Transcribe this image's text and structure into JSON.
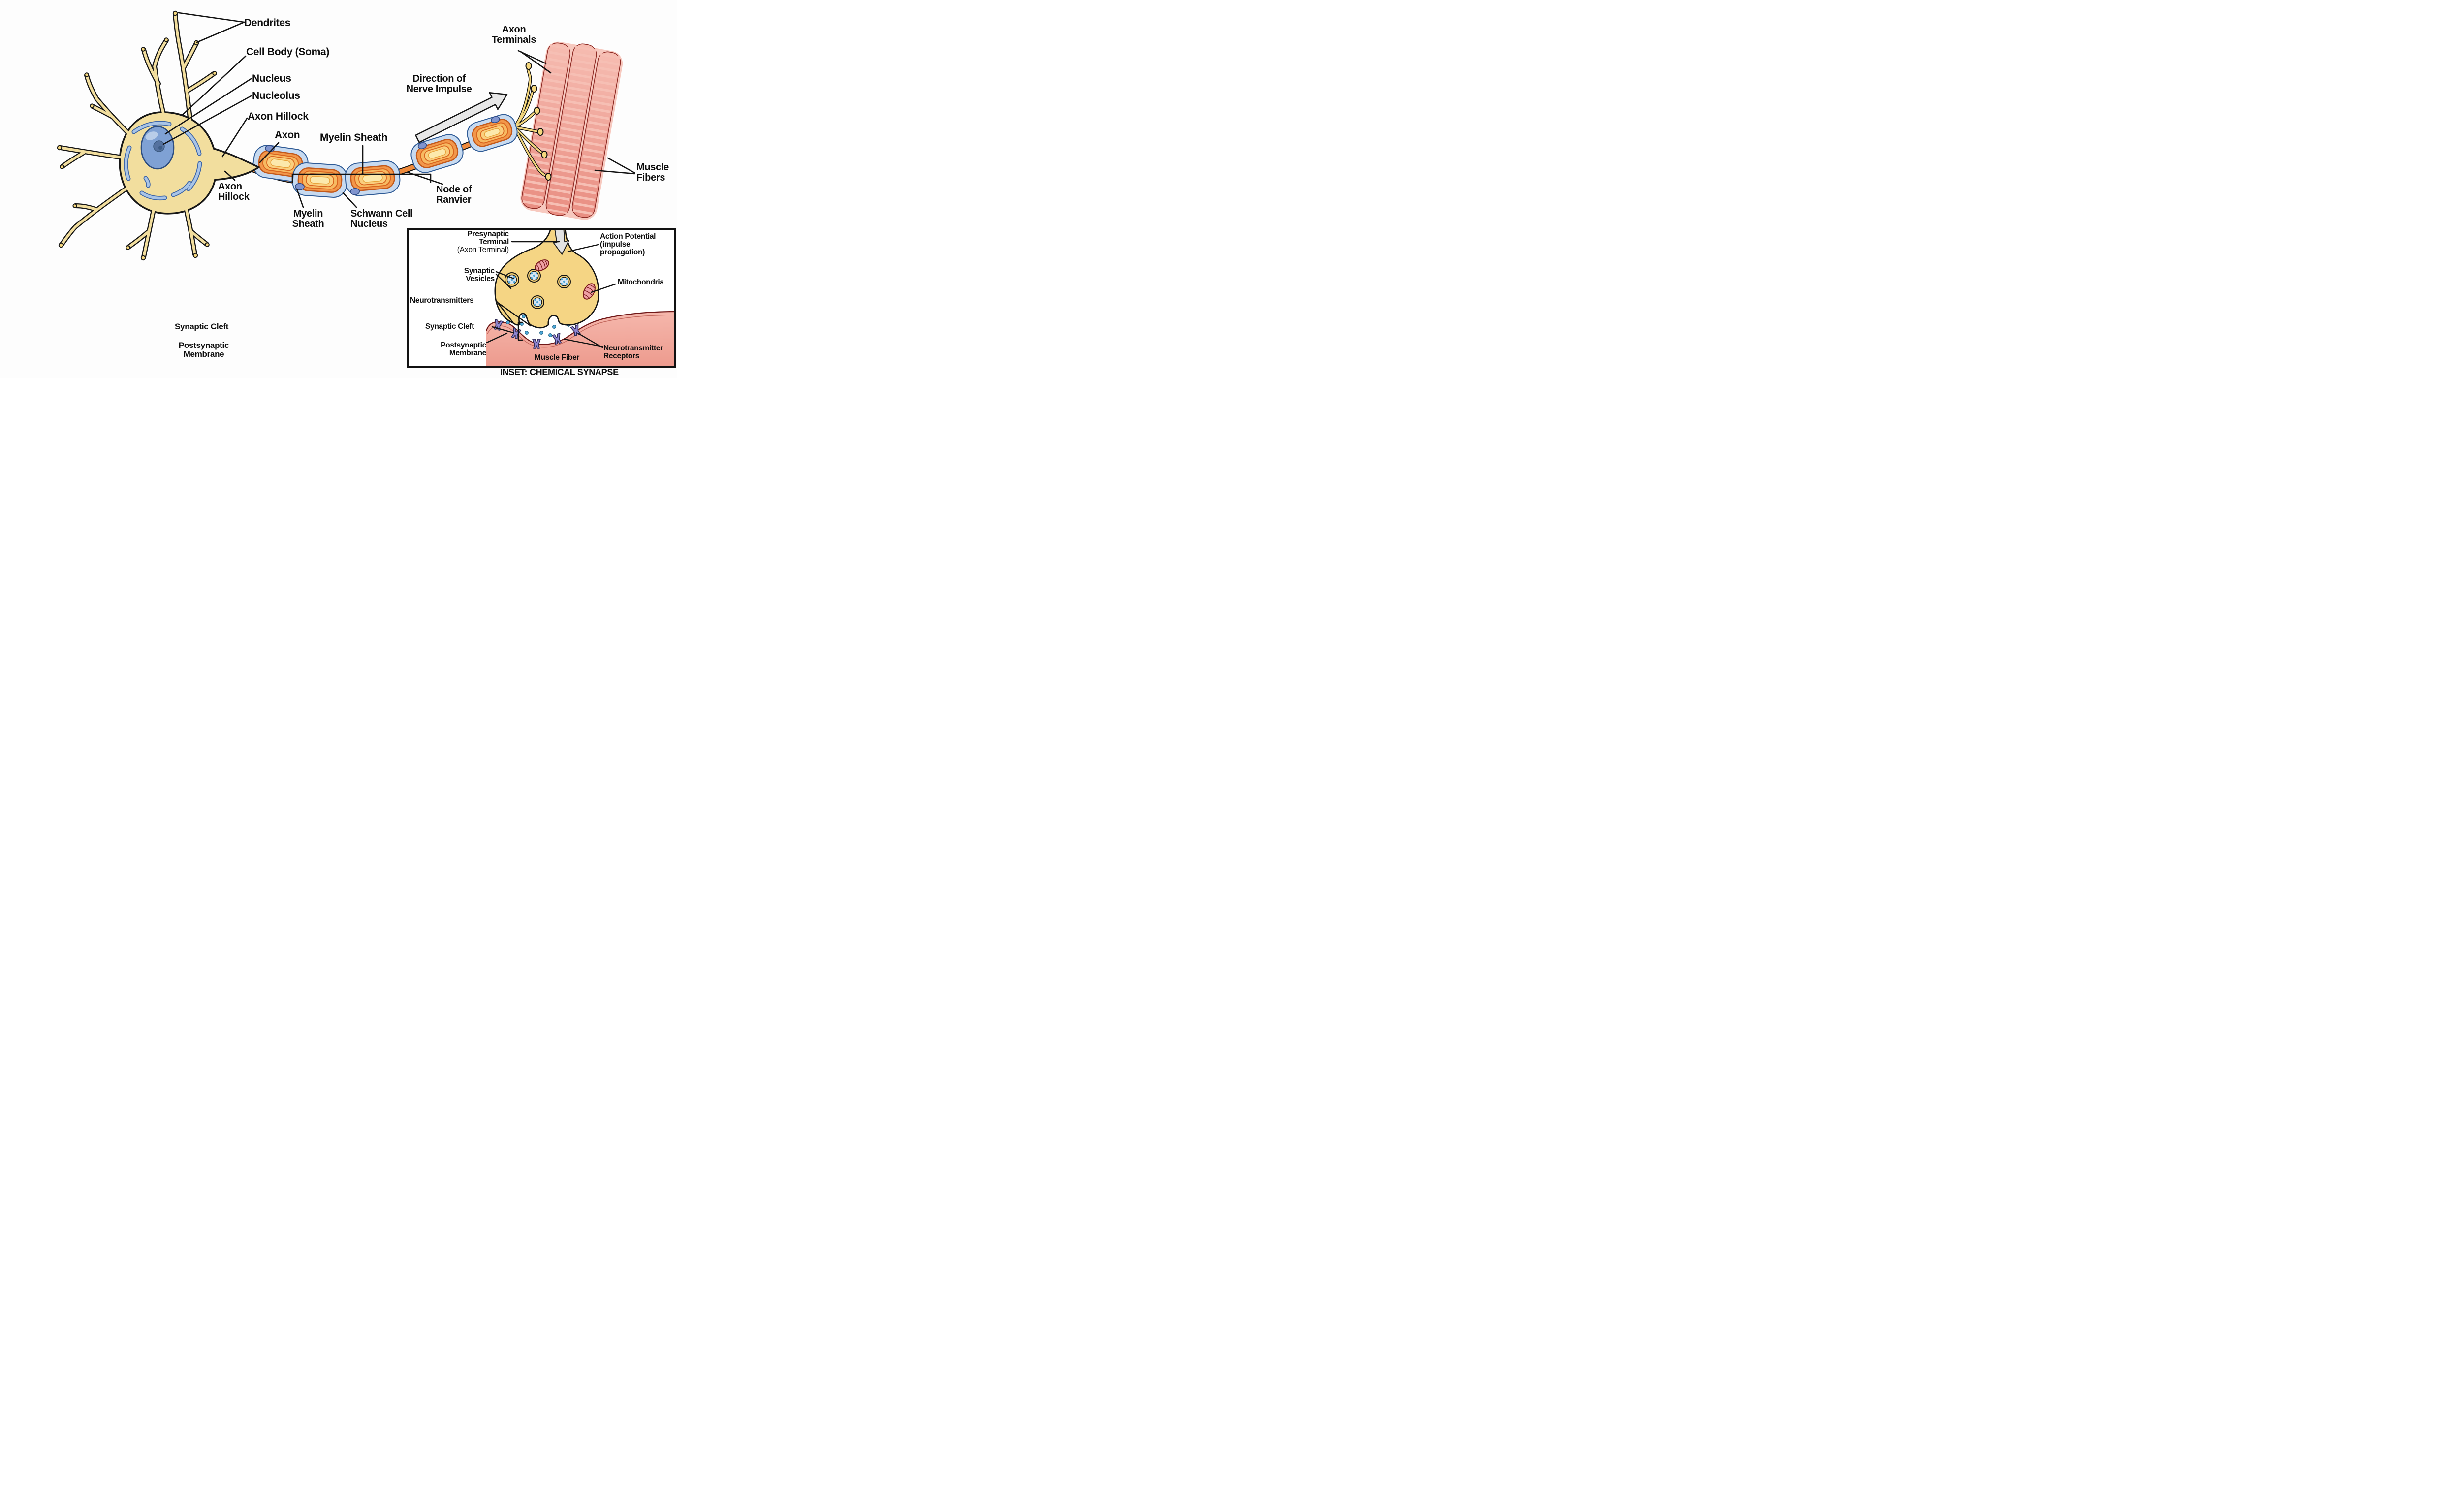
{
  "figure": {
    "type": "anatomical-diagram",
    "subject": "Neuron with myelinated axon, neuromuscular junction and chemical synapse inset"
  },
  "labels": {
    "dendrites": "Dendrites",
    "cell_body": "Cell Body (Soma)",
    "nucleus": "Nucleus",
    "nucleolus": "Nucleolus",
    "axon_hillock_upper": "Axon Hillock",
    "axon": "Axon",
    "myelin_sheath_top": "Myelin Sheath",
    "direction_line1": "Direction of",
    "direction_line2": "Nerve Impulse",
    "axon_terminals_line1": "Axon",
    "axon_terminals_line2": "Terminals",
    "muscle_fibers_line1": "Muscle",
    "muscle_fibers_line2": "Fibers",
    "node_of_ranvier_line1": "Node of",
    "node_of_ranvier_line2": "Ranvier",
    "myelin_bottom_line1": "Myelin",
    "myelin_bottom_line2": "Sheath",
    "schwann_line1": "Schwann Cell",
    "schwann_line2": "Nucleus",
    "axon_hillock_lower_line1": "Axon",
    "axon_hillock_lower_line2": "Hillock",
    "synaptic_cleft_float": "Synaptic Cleft",
    "postsynaptic_float_line1": "Postsynaptic",
    "postsynaptic_float_line2": "Membrane"
  },
  "inset": {
    "presynaptic_line1": "Presynaptic",
    "presynaptic_line2": "Terminal",
    "presynaptic_line3": "(Axon Terminal)",
    "action_potential_line1": "Action Potential",
    "action_potential_line2": "(impulse",
    "action_potential_line3": "propagation)",
    "synaptic_vesicles_line1": "Synaptic",
    "synaptic_vesicles_line2": "Vesicles",
    "mitochondria": "Mitochondria",
    "neurotransmitters": "Neurotransmitters",
    "synaptic_cleft": "Synaptic Cleft",
    "postsynaptic_line1": "Postsynaptic",
    "postsynaptic_line2": "Membrane",
    "muscle_fiber": "Muscle Fiber",
    "receptors_line1": "Neurotransmitter",
    "receptors_line2": "Receptors",
    "caption": "INSET: CHEMICAL SYNAPSE"
  },
  "colors": {
    "background": "#FDFDFD",
    "neuron_yellow": "#F2DE9E",
    "terminal_yellow": "#F5D584",
    "myelin_orange": "#F2974A",
    "myelin_light": "#F9C96E",
    "schwann_blue": "#C7DAF0",
    "nucleus_blue": "#7FA1D4",
    "nucleolus_blue": "#54719F",
    "nissl_blue": "#A9C4E6",
    "muscle_pink": "#EC9A8E",
    "receptor_purple": "#8F86D2",
    "vesicle_dot_blue": "#4FA8D8",
    "mitochondria_pink": "#EFA0A4",
    "impulse_arrow_gray": "#E8E8E8",
    "line_black": "#111111"
  }
}
